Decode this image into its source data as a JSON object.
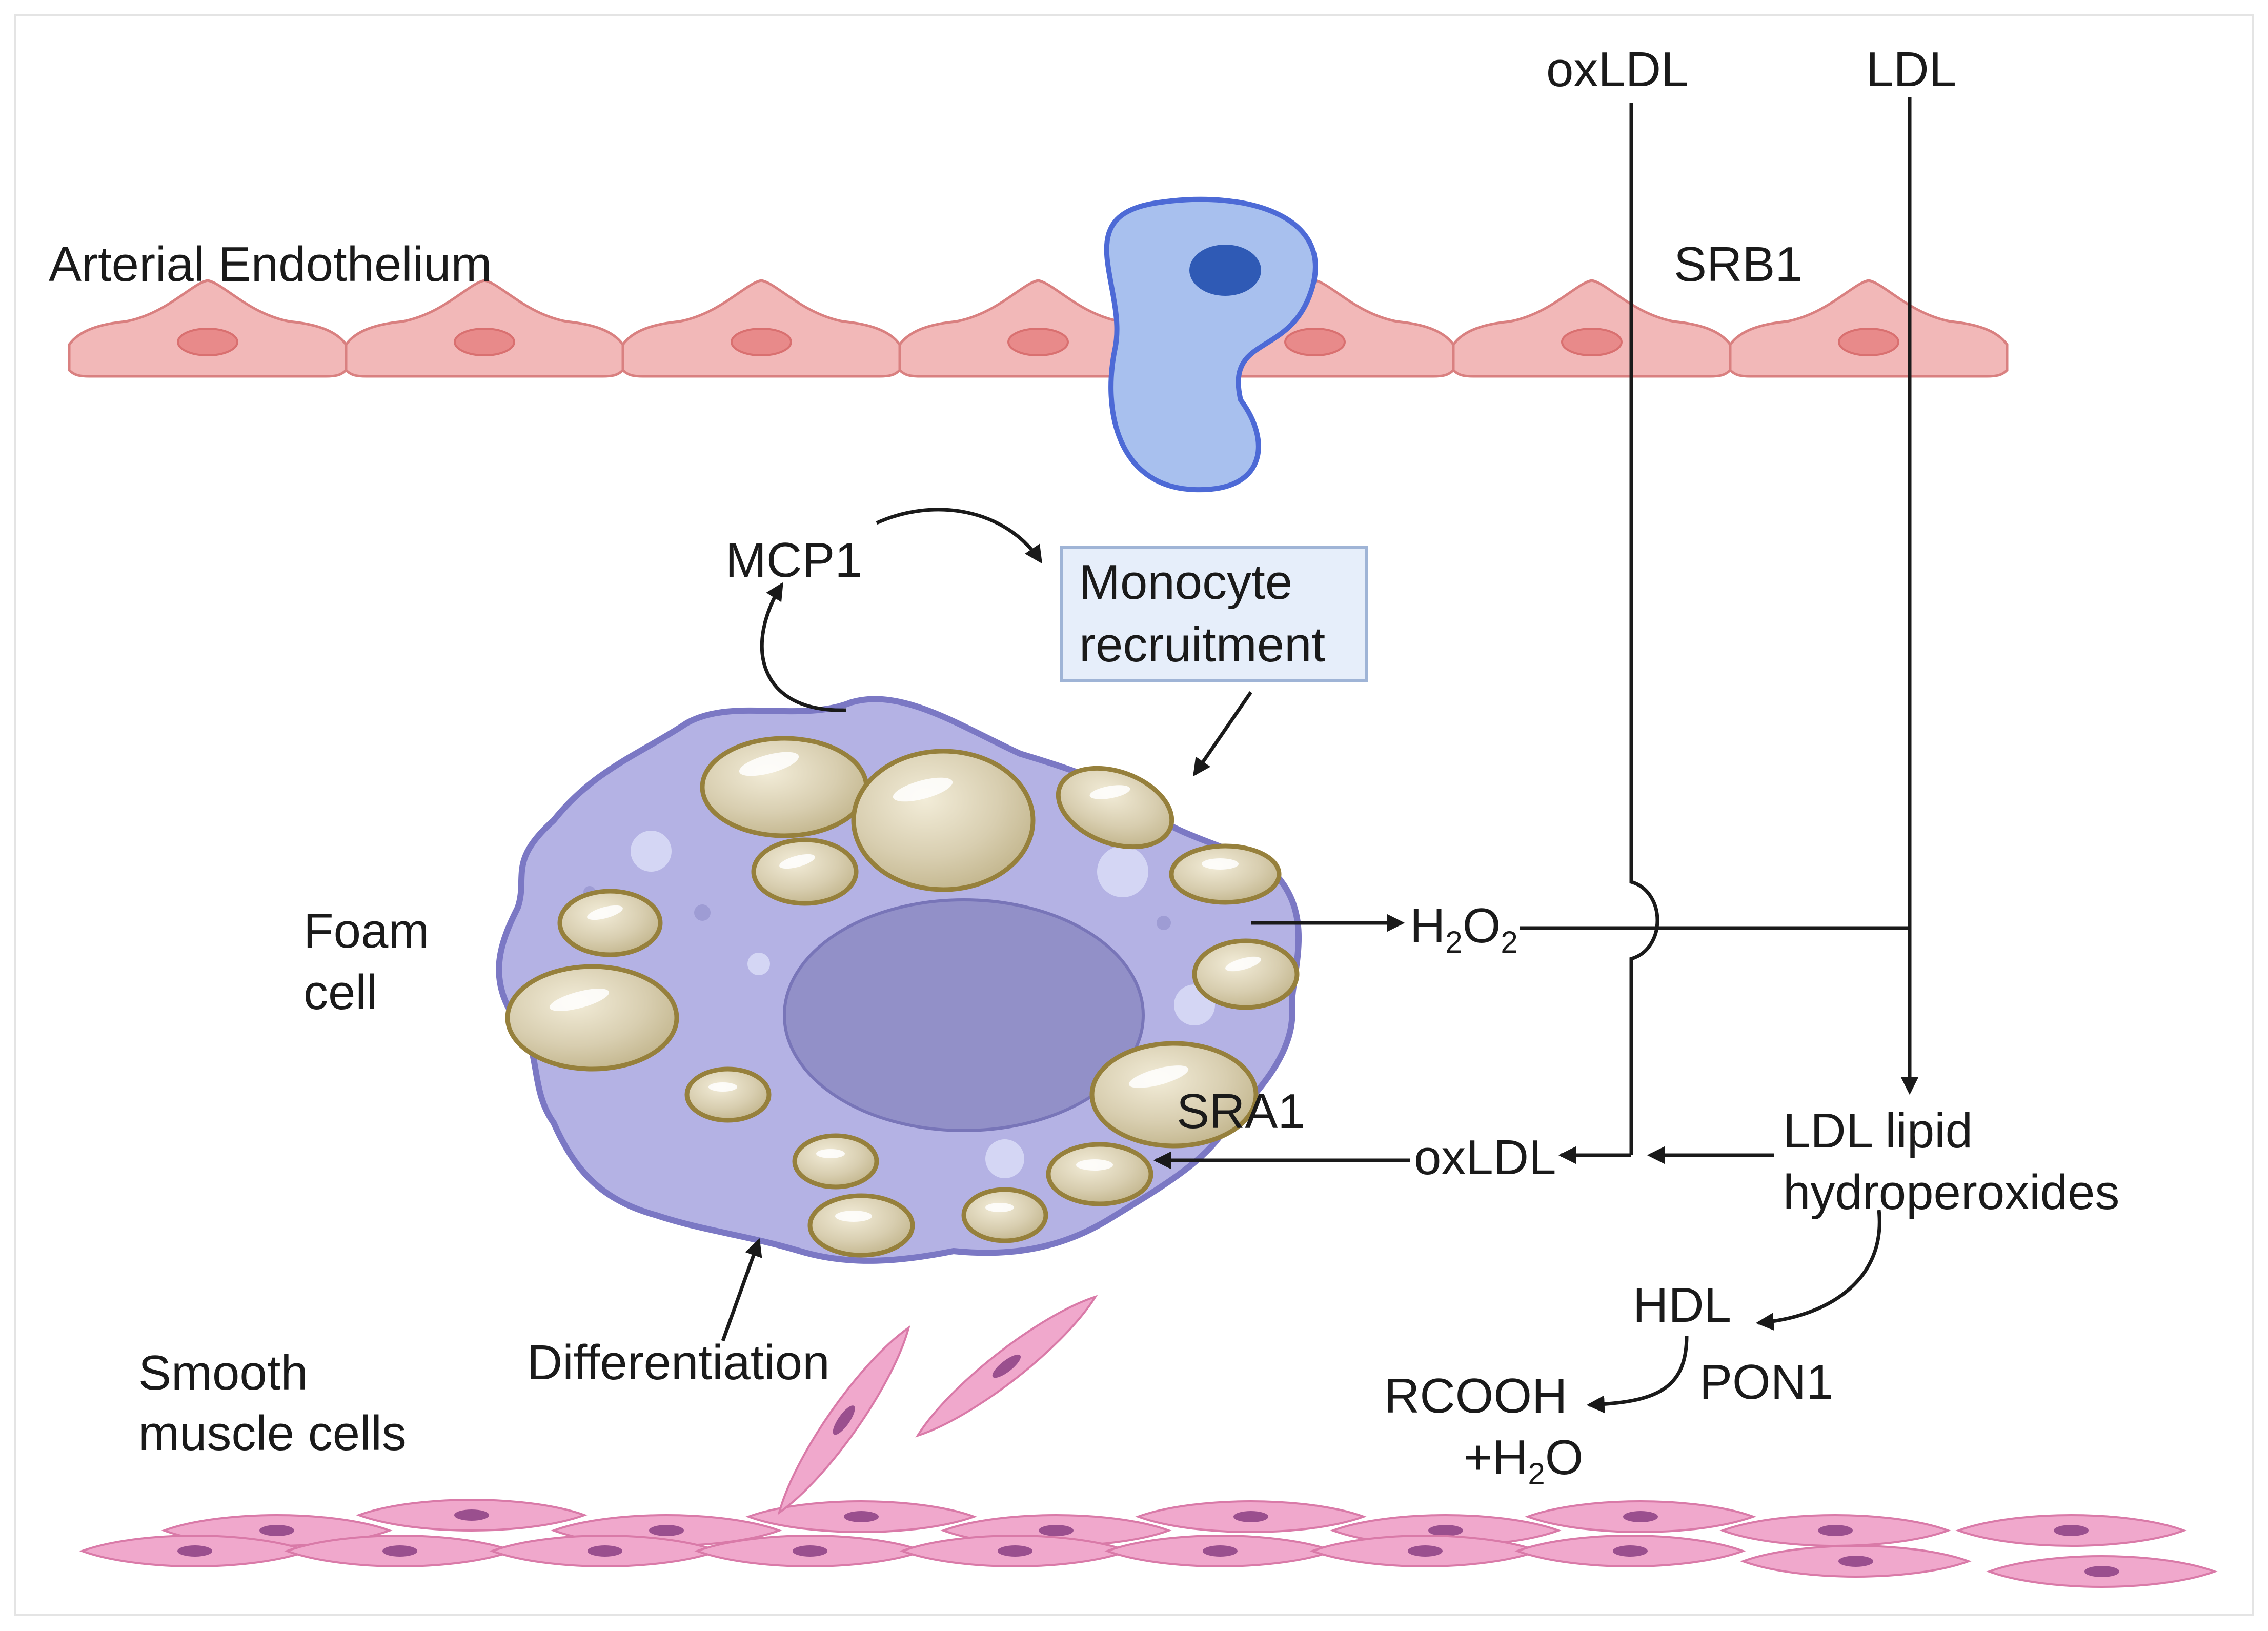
{
  "labels": {
    "arterial_endothelium": "Arterial Endothelium",
    "srb1": "SRB1",
    "oxldl_top": "oxLDL",
    "ldl_top": "LDL",
    "mcp1": "MCP1",
    "monocyte_line1": "Monocyte",
    "monocyte_line2": "recruitment",
    "foam_line1": "Foam",
    "foam_line2": "cell",
    "h2o2_h": "H",
    "h2o2_sub1": "2",
    "h2o2_o": "O",
    "h2o2_sub2": "2",
    "sra1": "SRA1",
    "oxldl_mid": "oxLDL",
    "ldl_lipid_line1": "LDL lipid",
    "ldl_lipid_line2": "hydroperoxides",
    "hdl": "HDL",
    "pon1": "PON1",
    "rcooh": "RCOOH",
    "water_plus_h": "+H",
    "water_sub": "2",
    "water_o": "O",
    "differentiation": "Differentiation",
    "smooth_line1": "Smooth",
    "smooth_line2": "muscle cells"
  },
  "colors": {
    "endothelial_fill": "#f2b8b8",
    "endothelial_stroke": "#d98080",
    "endothelial_nucleus": "#e88a8a",
    "monocyte_fill": "#a8c0ee",
    "monocyte_stroke": "#4d6ad6",
    "monocyte_nucleus": "#2f5ab5",
    "foam_fill": "#b4b2e4",
    "foam_stroke": "#7b78c4",
    "foam_nucleus": "#9290c8",
    "lipid_fill": "#d8ceb0",
    "lipid_stroke": "#96803c",
    "smc_fill": "#f0a8cc",
    "smc_stroke": "#d97aa8",
    "smc_nucleus": "#9a4f8e",
    "recruitment_box_fill": "#e6eefa",
    "recruitment_box_stroke": "#9fb4d6",
    "arrow": "#1a1a1a"
  }
}
